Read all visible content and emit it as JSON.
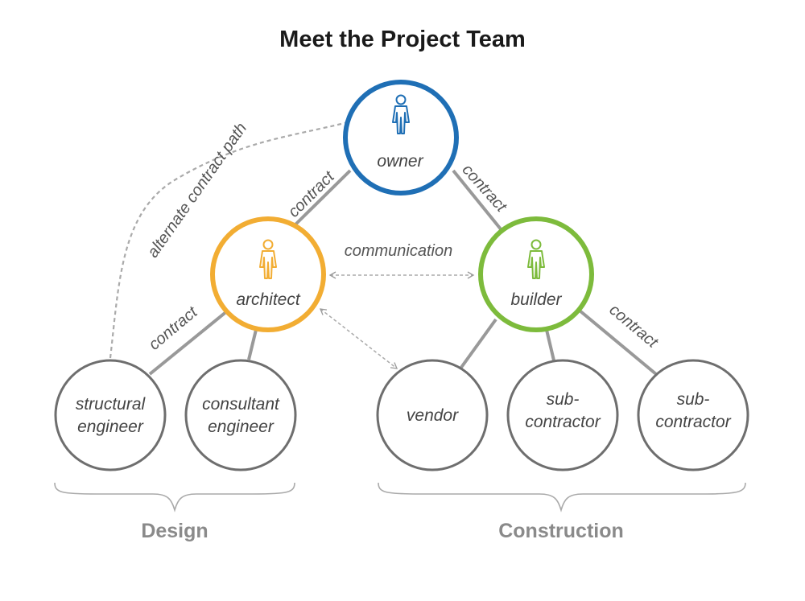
{
  "title": "Meet the Project Team",
  "colors": {
    "owner": "#1f6fb5",
    "architect": "#f2ad33",
    "builder": "#7dbb3c",
    "neutral": "#6e6e6e",
    "link": "#999999"
  },
  "nodes": {
    "owner": {
      "label": "owner",
      "icon": "person-icon"
    },
    "architect": {
      "label": "architect",
      "icon": "person-icon"
    },
    "builder": {
      "label": "builder",
      "icon": "person-icon"
    },
    "structural_engineer": {
      "line1": "structural",
      "line2": "engineer"
    },
    "consultant_engineer": {
      "line1": "consultant",
      "line2": "engineer"
    },
    "vendor": {
      "label": "vendor"
    },
    "subcontractor_1": {
      "line1": "sub-",
      "line2": "contractor"
    },
    "subcontractor_2": {
      "line1": "sub-",
      "line2": "contractor"
    }
  },
  "edges": {
    "owner_architect": "contract",
    "owner_builder": "contract",
    "architect_structural": "contract",
    "builder_subcontractor": "contract",
    "alternate": "alternate contract path",
    "communication": "communication"
  },
  "groups": {
    "design": "Design",
    "construction": "Construction"
  }
}
